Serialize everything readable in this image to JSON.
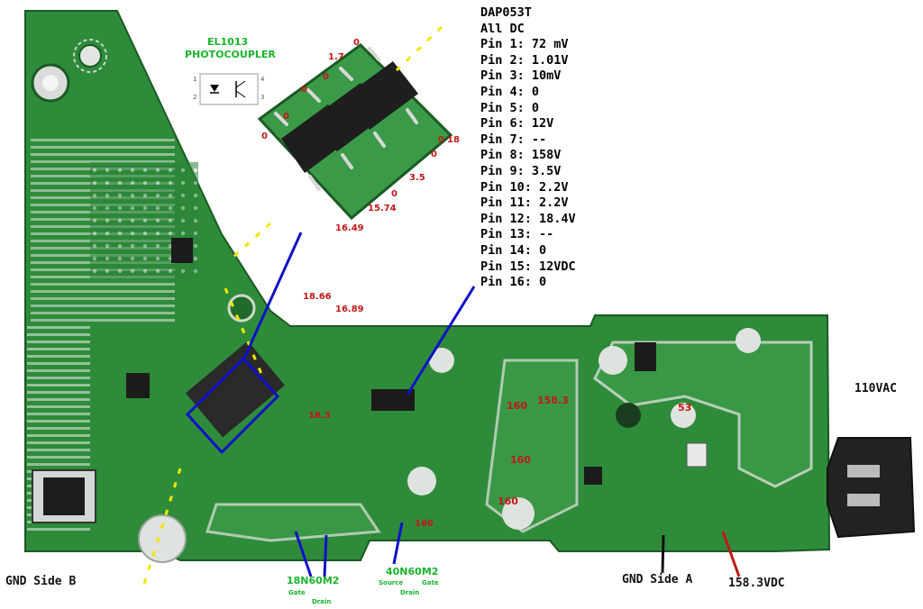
{
  "chip": {
    "title": "DAP053T",
    "subtitle": "All DC",
    "pins": [
      "Pin 1: 72 mV",
      "Pin 2: 1.01V",
      "Pin 3: 10mV",
      "Pin 4: 0",
      "Pin 5: 0",
      "Pin 6: 12V",
      "Pin 7: --",
      "Pin 8: 158V",
      "Pin 9: 3.5V",
      "Pin 10: 2.2V",
      "Pin 11: 2.2V",
      "Pin 12: 18.4V",
      "Pin 13: --",
      "Pin 14: 0",
      "Pin 15: 12VDC",
      "Pin 16: 0"
    ]
  },
  "photocoupler": {
    "name": "EL1013",
    "label": "PHOTOCOUPLER",
    "pin_numbers": [
      "1",
      "2",
      "3",
      "4"
    ]
  },
  "zoom_values": {
    "v_1_7": "1.7",
    "v_0_a": "0",
    "v_0_b": "0",
    "v_0_c": "0",
    "v_0_d": "0",
    "v_0_e": "0",
    "v_0_f": "0",
    "v_18": "18",
    "v_0_g": "0",
    "v_3_5": "3.5",
    "v_0_h": "0",
    "v_15_74": "15.74",
    "v_16_49": "16.49"
  },
  "board_values": {
    "v_18_66": "18.66",
    "v_16_89": "16.89",
    "v_160_a": "160",
    "v_158_3": "158.3",
    "v_160_b": "160",
    "v_160_c": "160",
    "v_53": "53",
    "v_18_3": "18.3",
    "v_160_d": "160"
  },
  "labels": {
    "input": "110VAC",
    "gnd_b": "GND Side B",
    "gnd_a": "GND Side A",
    "vdc": "158.3VDC",
    "mosfet1_name": "18N60M2",
    "mosfet1_gate": "Gate",
    "mosfet1_drain": "Drain",
    "mosfet2_name": "40N60M2",
    "mosfet2_source": "Source",
    "mosfet2_gate": "Gate",
    "mosfet2_drain": "Drain"
  },
  "colors": {
    "pcb": "#2e8b3a",
    "pcb_dark": "#1f6b2a",
    "trace": "#3fa44b",
    "silk": "#e8efe8",
    "pointer": "#1010c8",
    "value_red": "#c01818",
    "dash_yellow": "#f2e600"
  }
}
